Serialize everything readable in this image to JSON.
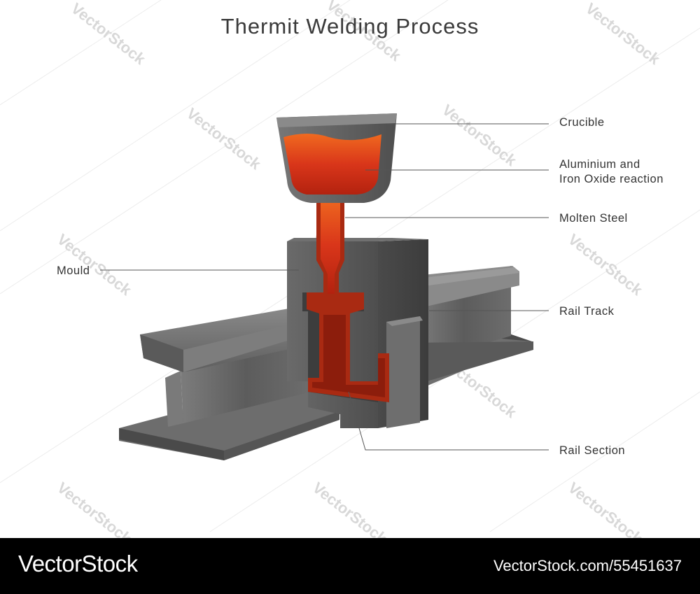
{
  "title": "Thermit Welding Process",
  "labels": {
    "crucible": "Crucible",
    "reaction_line1": "Aluminium and",
    "reaction_line2": "Iron Oxide reaction",
    "molten_steel": "Molten Steel",
    "mould": "Mould",
    "rail_track": "Rail Track",
    "rail_section": "Rail Section"
  },
  "watermark": "VectorStock",
  "footer": {
    "brand": "VectorStock",
    "stock_id": "VectorStock.com/55451637"
  },
  "colors": {
    "steel": "#6e6e6e",
    "mould": "#5b5b5b",
    "molten": "#d9361a",
    "molten_dark": "#8c1d0c",
    "leader": "#555555"
  }
}
